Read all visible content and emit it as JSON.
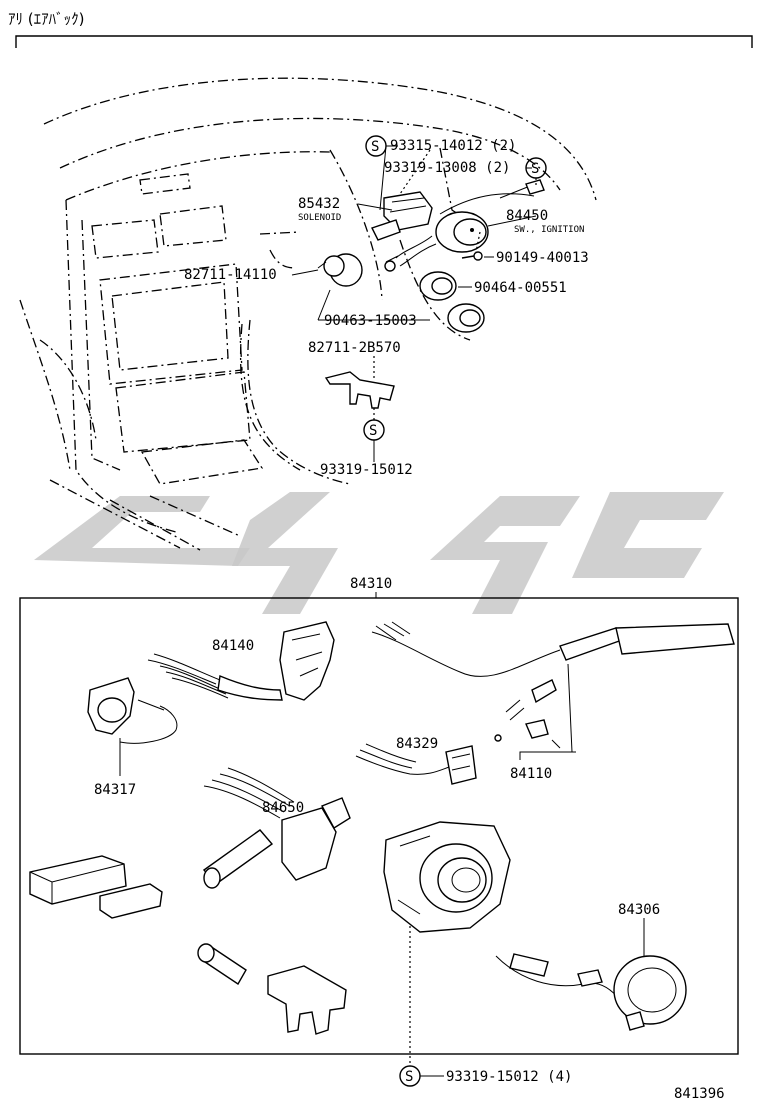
{
  "header": {
    "title": "ｱﾘ (ｴｱﾊﾞｯｸ)"
  },
  "upper_labels": {
    "p93315": "93315-14012 (2)",
    "p93319a": "93319-13008 (2)",
    "p85432": "85432",
    "solenoid": "SOLENOID",
    "p84450": "84450",
    "sw_ignition": "SW., IGNITION",
    "p82711a": "82711-14110",
    "p90149": "90149-40013",
    "p90464": "90464-00551",
    "p90463": "90463-15003",
    "p82711b": "82711-2B570",
    "p93319b": "93319-15012"
  },
  "lower_labels": {
    "p84310": "84310",
    "p84140": "84140",
    "p84317": "84317",
    "p84650": "84650",
    "p84329": "84329",
    "p84110": "84110",
    "p84306": "84306",
    "p93319c": "93319-15012 (4)"
  },
  "s_mark": "S",
  "figure_number": "841396",
  "watermark": {
    "color": "#c8c8c8"
  }
}
